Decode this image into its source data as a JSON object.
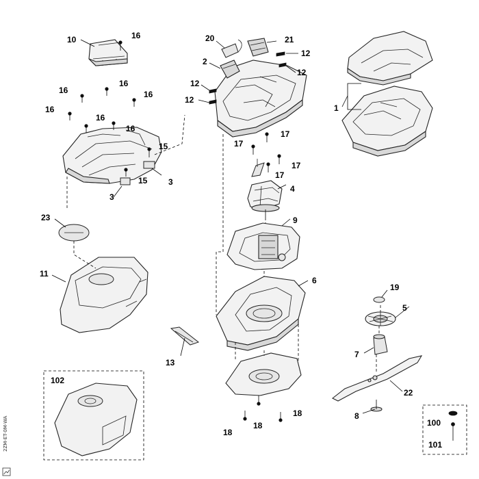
{
  "diagram": {
    "callouts": {
      "c10": "10",
      "c16a": "16",
      "c20": "20",
      "c21": "21",
      "c12a": "12",
      "c2": "2",
      "c12b": "12",
      "c12c": "12",
      "c12d": "12",
      "c1": "1",
      "c16b": "16",
      "c16c": "16",
      "c16d": "16",
      "c16e": "16",
      "c16f": "16",
      "c16g": "16",
      "c17a": "17",
      "c17b": "17",
      "c17c": "17",
      "c17d": "17",
      "c15a": "15",
      "c15b": "15",
      "c3a": "3",
      "c3b": "3",
      "c4": "4",
      "c23": "23",
      "c9": "9",
      "c11": "11",
      "c6": "6",
      "c19": "19",
      "c5": "5",
      "c13": "13",
      "c7": "7",
      "c102": "102",
      "c22": "22",
      "c8": "8",
      "c100": "100",
      "c18a": "18",
      "c18b": "18",
      "c18c": "18",
      "c101": "101"
    },
    "side_code": "2ZM-ET-0M-WA",
    "corner_icon": "image-stamp-icon"
  }
}
